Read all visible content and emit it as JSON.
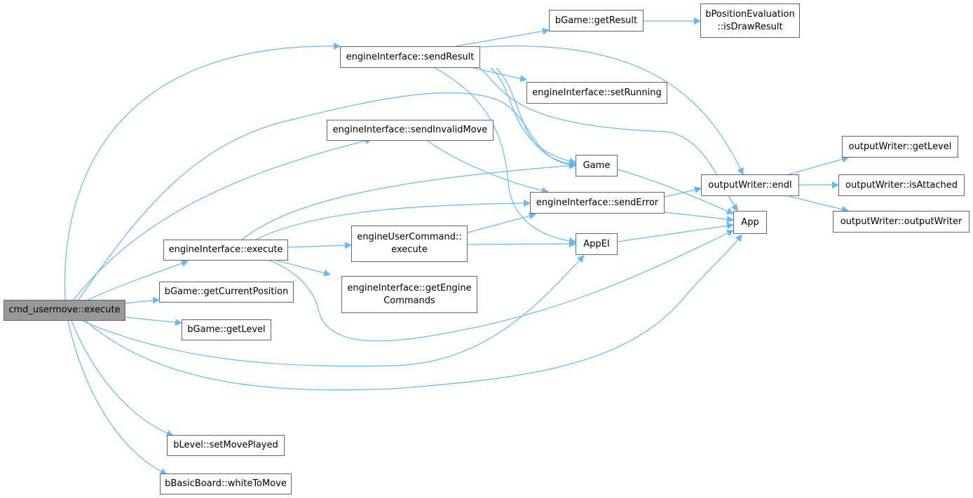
{
  "colors": {
    "edge": "#63b8ff",
    "root_fill": "#999999",
    "node_border": "#666666"
  },
  "nodes": {
    "root": "cmd_usermove::execute",
    "ei_execute": "engineInterface::execute",
    "getCurrentPosition": "bGame::getCurrentPosition",
    "bgame_getLevel": "bGame::getLevel",
    "setMovePlayed": "bLevel::setMovePlayed",
    "whiteToMove": "bBasicBoard::whiteToMove",
    "sendResult": "engineInterface::sendResult",
    "sendInvalidMove": "engineInterface::sendInvalidMove",
    "euc_execute_1": "engineUserCommand::",
    "euc_execute_2": "execute",
    "getEngineCommands_1": "engineInterface::getEngine",
    "getEngineCommands_2": "Commands",
    "getResult": "bGame::getResult",
    "isDrawResult_1": "bPositionEvaluation",
    "isDrawResult_2": "::isDrawResult",
    "setRunning": "engineInterface::setRunning",
    "game": "Game",
    "sendError": "engineInterface::sendError",
    "appEI": "AppEI",
    "app": "App",
    "endl": "outputWriter::endl",
    "ow_getLevel": "outputWriter::getLevel",
    "isAttached": "outputWriter::isAttached",
    "outputWriter": "outputWriter::outputWriter"
  }
}
